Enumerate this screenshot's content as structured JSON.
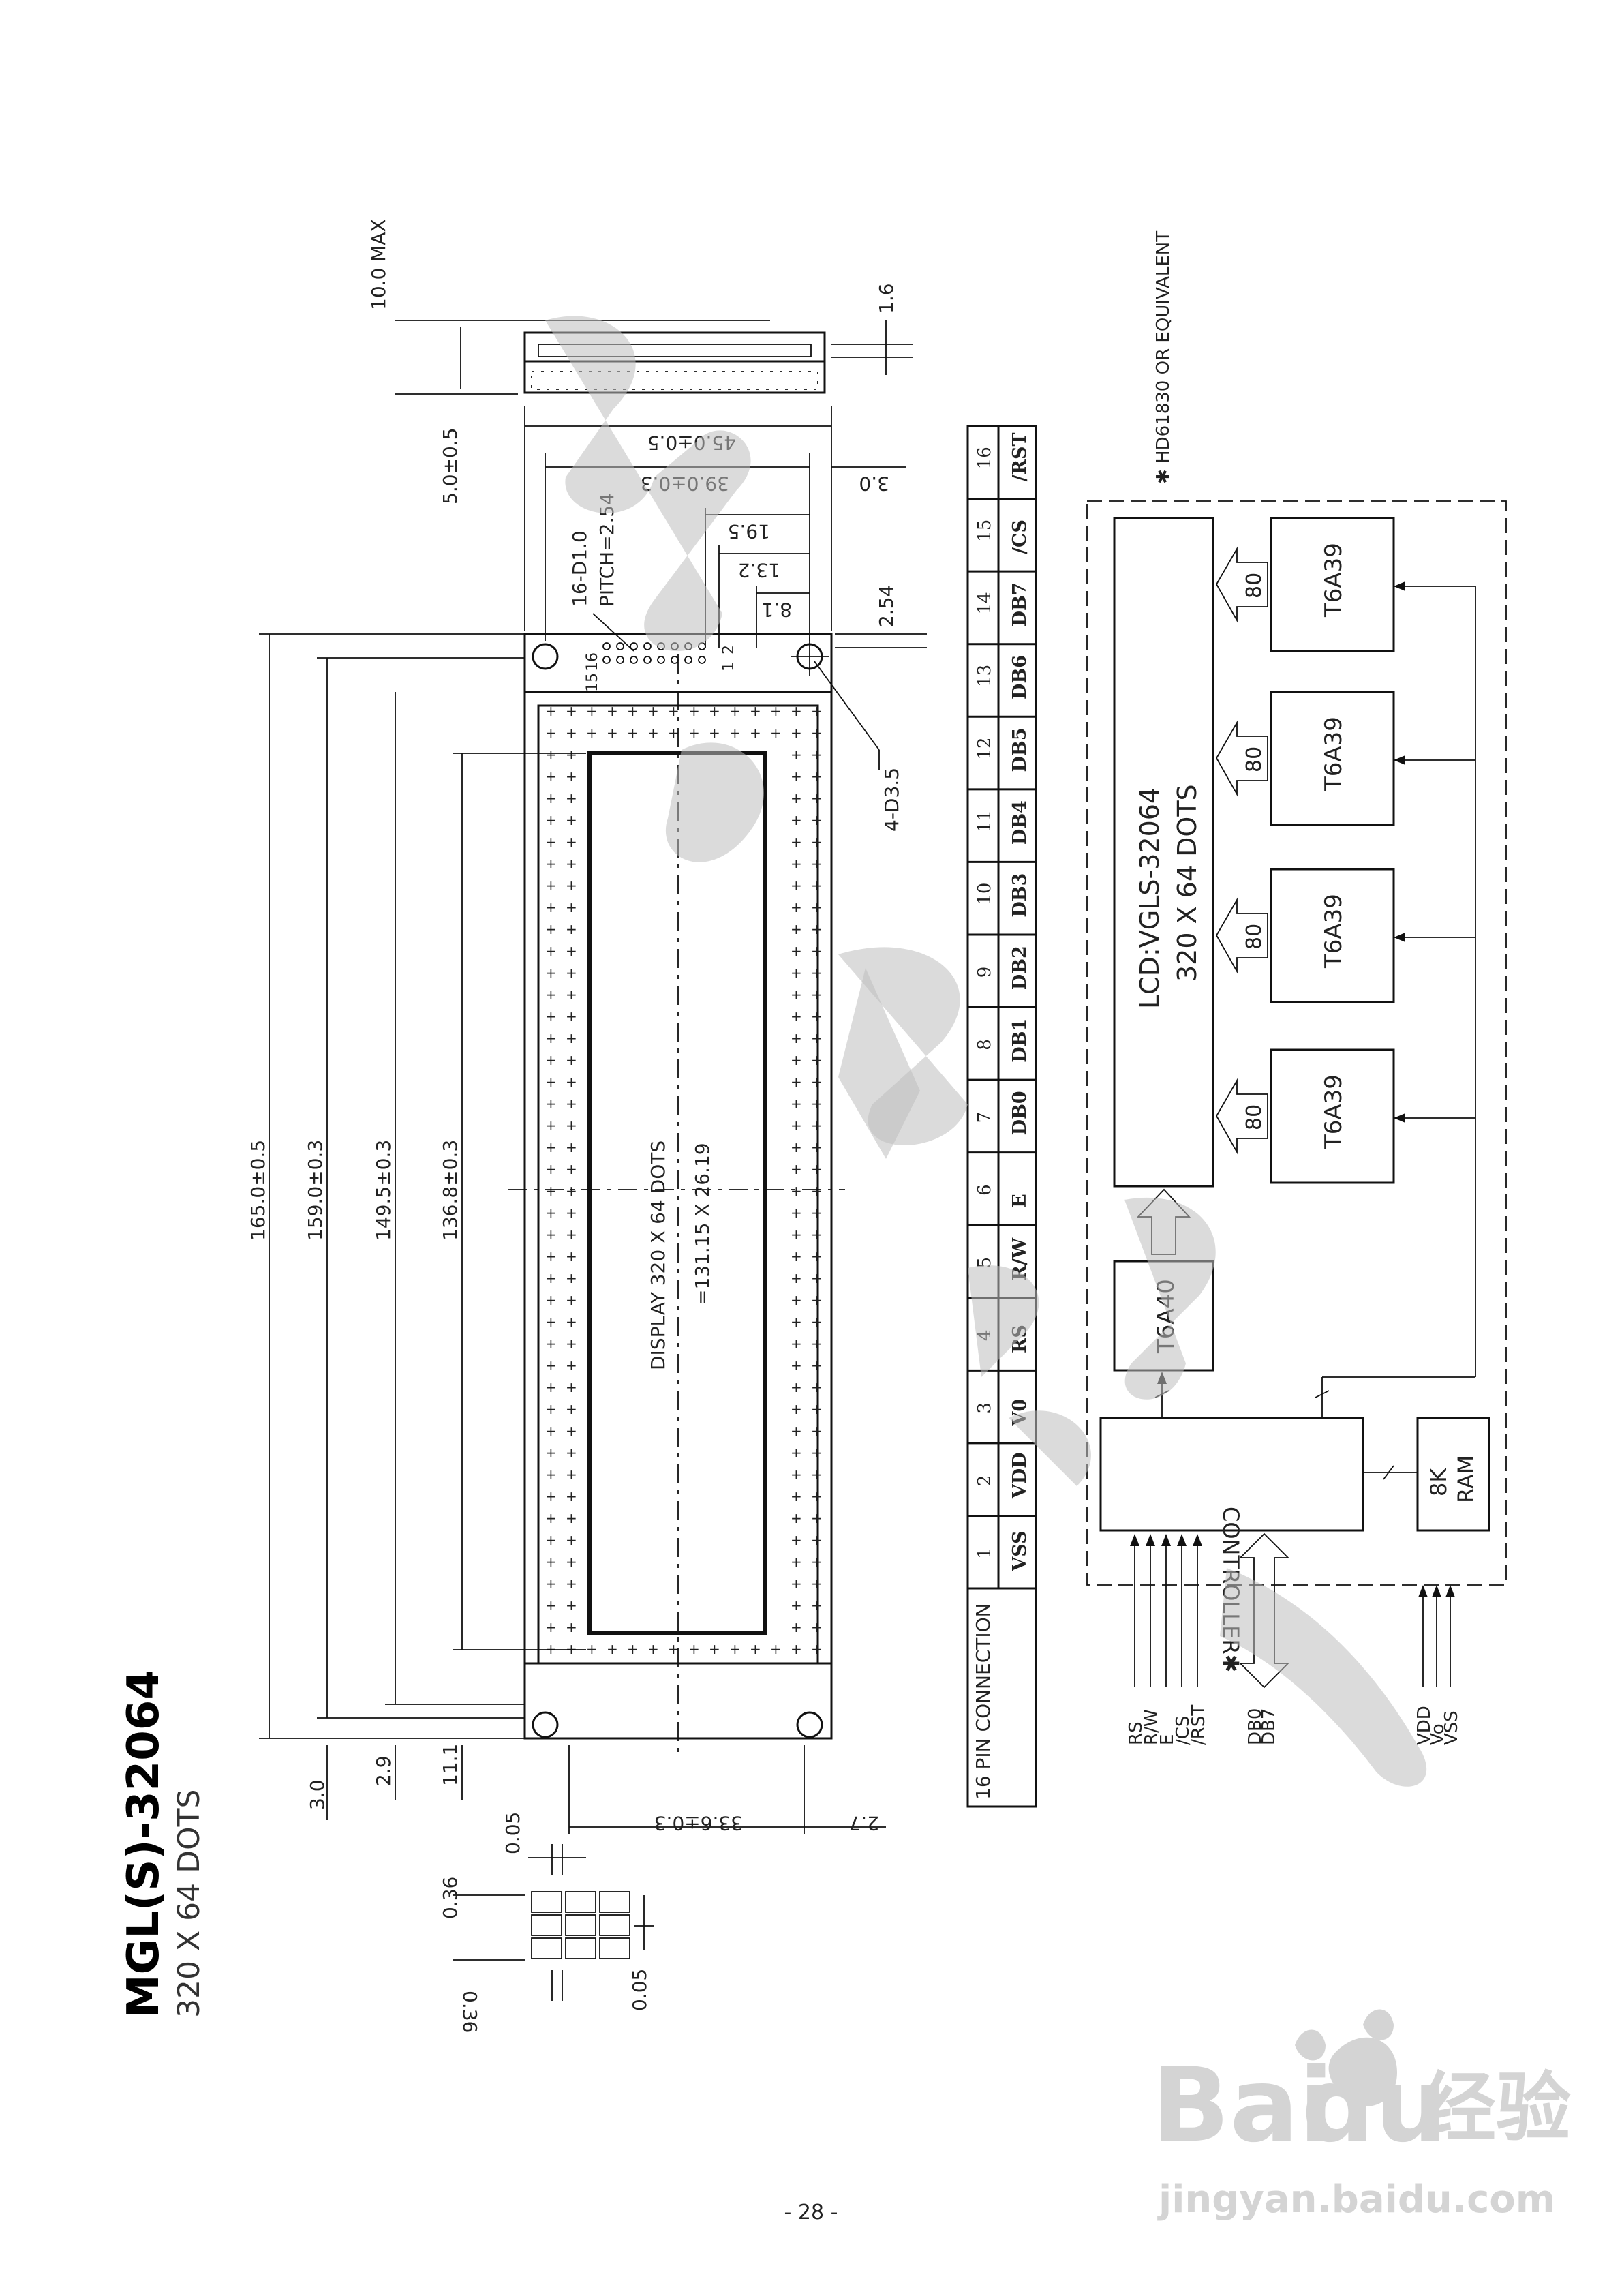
{
  "title": "MGL(S)-32064",
  "subtitle": "320 X 64 DOTS",
  "page_number": "- 28 -",
  "mechanical": {
    "dims": {
      "outline_len": "165.0±0.5",
      "pcb_len": "159.0±0.3",
      "viewing_len": "149.5±0.3",
      "active_len": "136.8±0.3",
      "max_thickness": "10.0 MAX",
      "pcb_thick": "1.6",
      "offset": "5.0±0.5",
      "width_total": "45.0±0.5",
      "width_hole": "39.0±0.3",
      "conn_off_1": "19.5",
      "conn_off_2": "13.2",
      "conn_off_3": "8.1",
      "edge_3": "3.0",
      "pitch_dim": "2.54",
      "connector": "16-D1.0",
      "pitch": "PITCH=2.54",
      "holes": "4-D3.5",
      "bottom_3": "3.0",
      "bottom_29": "2.9",
      "bottom_111": "11.1",
      "view_width": "33.6±0.3",
      "edge_27": "2.7",
      "dot_gap_a": "0.05",
      "dot_size_a": "0.36",
      "dot_size_b": "0.36",
      "dot_gap_b": "0.05"
    },
    "pin_labels": {
      "p15": "15",
      "p16": "16",
      "p1": "1",
      "p2": "2"
    },
    "display_label_1": "DISPLAY    320  X  64  DOTS",
    "display_label_2": "=131.15  X  26.19"
  },
  "pin_table": {
    "header": "16 PIN CONNECTION",
    "pins": [
      {
        "num": "1",
        "name": "VSS"
      },
      {
        "num": "2",
        "name": "VDD"
      },
      {
        "num": "3",
        "name": "V0"
      },
      {
        "num": "4",
        "name": "RS"
      },
      {
        "num": "5",
        "name": "R/W"
      },
      {
        "num": "6",
        "name": "E"
      },
      {
        "num": "7",
        "name": "DB0"
      },
      {
        "num": "8",
        "name": "DB1"
      },
      {
        "num": "9",
        "name": "DB2"
      },
      {
        "num": "10",
        "name": "DB3"
      },
      {
        "num": "11",
        "name": "DB4"
      },
      {
        "num": "12",
        "name": "DB5"
      },
      {
        "num": "13",
        "name": "DB6"
      },
      {
        "num": "14",
        "name": "DB7"
      },
      {
        "num": "15",
        "name": "/CS"
      },
      {
        "num": "16",
        "name": "/RST"
      }
    ]
  },
  "block_diagram": {
    "note": "✱ HD61830 OR EQUIVALENT",
    "lcd_line1": "LCD:VGLS-32064",
    "lcd_line2": "320 X 64 DOTS",
    "drivers": [
      "T6A39",
      "T6A39",
      "T6A39",
      "T6A39"
    ],
    "bus_label": "80",
    "common_driver": "T6A40",
    "controller": "CONTROLLER✱",
    "ram_line1": "8K",
    "ram_line2": "RAM",
    "signals": [
      "RS",
      "R/W",
      "E",
      "/CS",
      "/RST",
      "DB0",
      "DB7",
      "VDD",
      "Vo",
      "VSS"
    ]
  },
  "watermark": {
    "brand": "Bai",
    "brand2": "du",
    "cn": "经验",
    "url": "jingyan.baidu.com"
  }
}
